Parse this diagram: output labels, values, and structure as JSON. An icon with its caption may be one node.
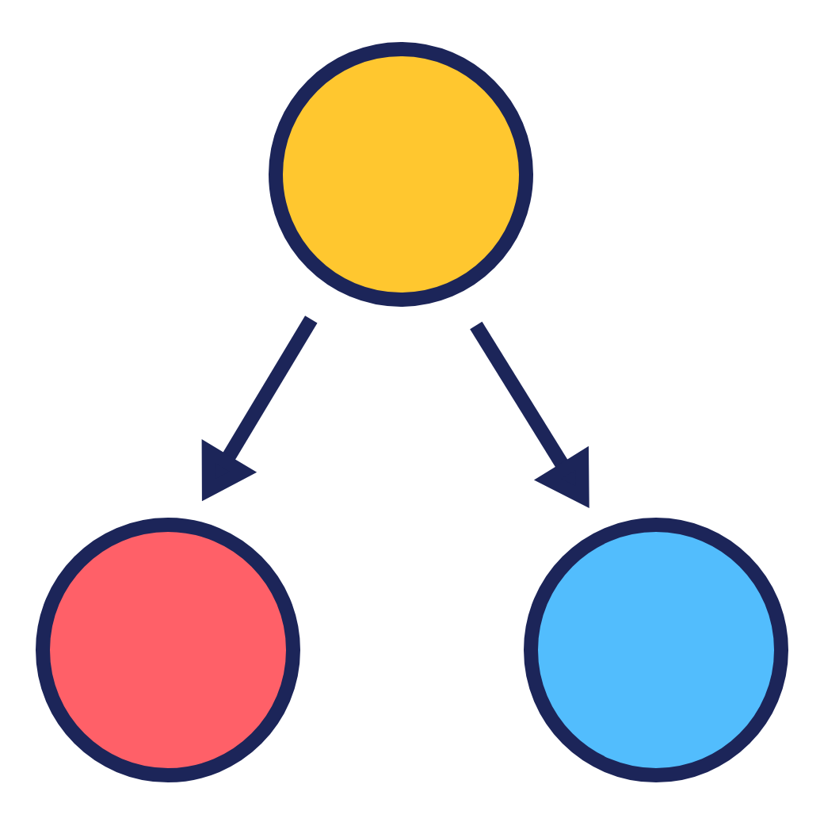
{
  "diagram": {
    "nodes": [
      {
        "text": [],
        "shape": "circle"
      },
      {
        "text": [],
        "shape": "circle"
      },
      {
        "text": [],
        "shape": "circle"
      }
    ],
    "edges": [
      {
        "from": 0,
        "to": 1,
        "arrow": "to"
      },
      {
        "from": 0,
        "to": 2,
        "arrow": "to"
      }
    ]
  }
}
